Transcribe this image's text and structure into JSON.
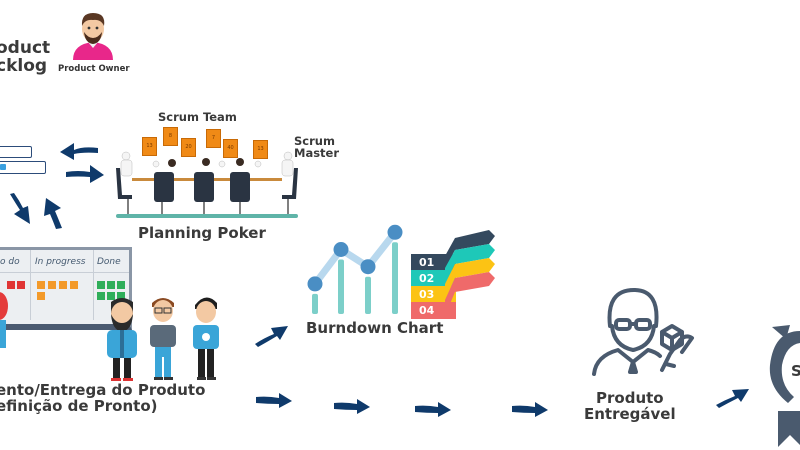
{
  "labels": {
    "product_backlog_line1": "oduct",
    "product_backlog_line2": "cklog",
    "product_owner": "Product Owner",
    "scrum_team": "Scrum Team",
    "scrum_master_line1": "Scrum",
    "scrum_master_line2": "Master",
    "planning_poker": "Planning Poker",
    "burndown_chart": "Burndown Chart",
    "dev_line1": "ento/Entrega do Produto",
    "dev_line2": "efinição de Pronto)",
    "deliverable_line1": "Produto",
    "deliverable_line2": "Entregável",
    "sprint_partial": "S"
  },
  "board": {
    "columns": [
      "o do",
      "In progress",
      "Done"
    ]
  },
  "poker_cards": [
    "13",
    "8",
    "20",
    "7",
    "40",
    "13"
  ],
  "burndown": {
    "steps": [
      "01",
      "02",
      "03",
      "04"
    ],
    "step_colors": [
      "#34495e",
      "#1ec8b8",
      "#fcc314",
      "#ef6a6a"
    ],
    "points": [
      0.35,
      0.75,
      0.55,
      0.95
    ]
  },
  "colors": {
    "arrow": "#0f3a6b",
    "icon_slate": "#4a5a6e",
    "text": "#3a3a3a",
    "bar_teal": "#7ccfc9",
    "dot_blue": "#4a8ec4"
  }
}
